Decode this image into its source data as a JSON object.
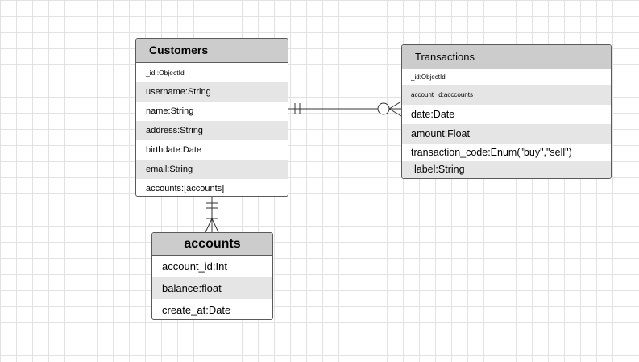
{
  "customers": {
    "title": "Customers",
    "fields": [
      "_id :ObjectId",
      "username:String",
      "name:String",
      "address:String",
      "birthdate:Date",
      "email:String",
      "accounts:[accounts]"
    ]
  },
  "transactions": {
    "title": "Transactions",
    "fields": [
      "_id:ObjectId",
      "account_id:acccounts",
      "date:Date",
      "amount:Float",
      "transaction_code:Enum(\"buy\",\"sell\")",
      "label:String"
    ]
  },
  "accounts": {
    "title": "accounts",
    "fields": [
      "account_id:Int",
      "balance:float",
      "create_at:Date"
    ]
  },
  "relationships": [
    {
      "from": "Customers",
      "to": "Transactions",
      "from_end": "one-and-only-one",
      "to_end": "zero-or-many"
    },
    {
      "from": "Customers",
      "to": "accounts",
      "from_end": "one-and-only-one",
      "to_end": "one-or-many"
    }
  ],
  "colors": {
    "header_fill": "#cccccc",
    "alt_row_fill": "#e5e5e5",
    "border": "#5a5a5a",
    "grid": "#e2e2e2"
  }
}
